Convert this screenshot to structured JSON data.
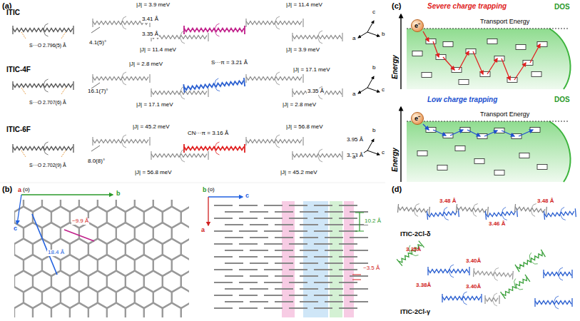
{
  "diagram": {
    "nodes": [
      {
        "text": [
          "e⁻"
        ]
      },
      {
        "text": [
          "e⁻"
        ]
      }
    ],
    "labels": [
      "(a)",
      "ITIC",
      "S···O 2.796(5) Å",
      "|J| = 3.9 meV",
      "|J| = 11.4 meV",
      "3.41 Å",
      "3.35 Å",
      "4.1(5)°",
      "|J| = 11.4 meV",
      "|J| = 3.9 meV",
      "c",
      "b",
      "a",
      "ITIC-4F",
      "S···O 2.707(6) Å",
      "|J| = 2.8 meV",
      "S···π = 3.21 Å",
      "|J| = 17.1 meV",
      "16.1(7)°",
      "3.35 Å",
      "|J| = 17.1 meV",
      "|J| = 2.8 meV",
      "b",
      "c",
      "a",
      "ITIC-6F",
      "S···O 2.702(9) Å",
      "|J| = 45.2 meV",
      "CN···π = 3.16 Å",
      "|J| = 56.8 meV",
      "3.95 Å",
      "3.28 Å",
      "8.0(8)°",
      "|J| = 56.8 meV",
      "|J| = 45.2 meV",
      "b",
      "c",
      "a",
      "(b)",
      "a",
      "(o)",
      "b",
      "c",
      "18.4 Å",
      "~9.9 Å",
      "b",
      "(o)",
      "c",
      "a",
      "10.2 Å",
      "~3.5 Å",
      "(c)",
      "Severe charge trapping",
      "Transport Energy",
      "DOS",
      "Energy",
      "Low charge trapping",
      "Transport Energy",
      "DOS",
      "Energy",
      "(d)",
      "3.48 Å",
      "3.46 Å",
      "3.48 Å",
      "ITIC-2Cl-δ",
      "3.35Å",
      "3.40Å",
      "3.38Å",
      "3.40Å",
      "ITIC-2Cl-γ"
    ]
  }
}
